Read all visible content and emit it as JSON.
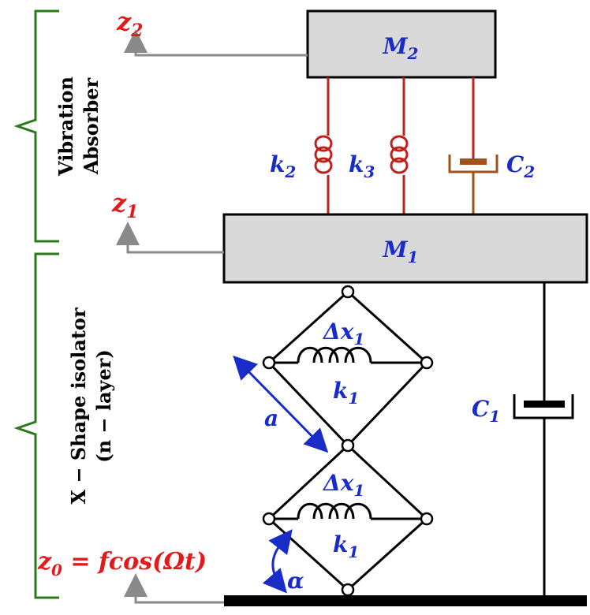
{
  "colors": {
    "mass_fill": "#d9d9d9",
    "spring_red": "#c0201a",
    "damper_brown": "#a0501a",
    "blue_label": "#1a2cc8",
    "red_label": "#e01b1b",
    "bracket_green": "#2a7a1a",
    "arrow_gray": "#8a8a8a"
  },
  "masses": {
    "m2": {
      "base": "M",
      "sub": "2"
    },
    "m1": {
      "base": "M",
      "sub": "1"
    }
  },
  "absorber_springs": {
    "k2": {
      "base": "k",
      "sub": "2"
    },
    "k3": {
      "base": "k",
      "sub": "3"
    },
    "c2": {
      "base": "C",
      "sub": "2"
    }
  },
  "isolator": {
    "upper_delta": {
      "base": "Δx",
      "sub": "1"
    },
    "upper_k": {
      "base": "k",
      "sub": "1"
    },
    "lower_delta": {
      "base": "Δx",
      "sub": "1"
    },
    "lower_k": {
      "base": "k",
      "sub": "1"
    },
    "side_length": "a",
    "angle": "α",
    "damper": {
      "base": "C",
      "sub": "1"
    }
  },
  "displacements": {
    "z2": {
      "base": "z",
      "sub": "2"
    },
    "z1": {
      "base": "z",
      "sub": "1"
    },
    "z0": {
      "base": "z",
      "sub": "0",
      "rest": " = fcos(Ωt)"
    }
  },
  "brackets": {
    "absorber_line1": "Vibration",
    "absorber_line2": "Absorber",
    "isolator_line1": "X − Shape isolator",
    "isolator_line2": "(n − layer)"
  }
}
